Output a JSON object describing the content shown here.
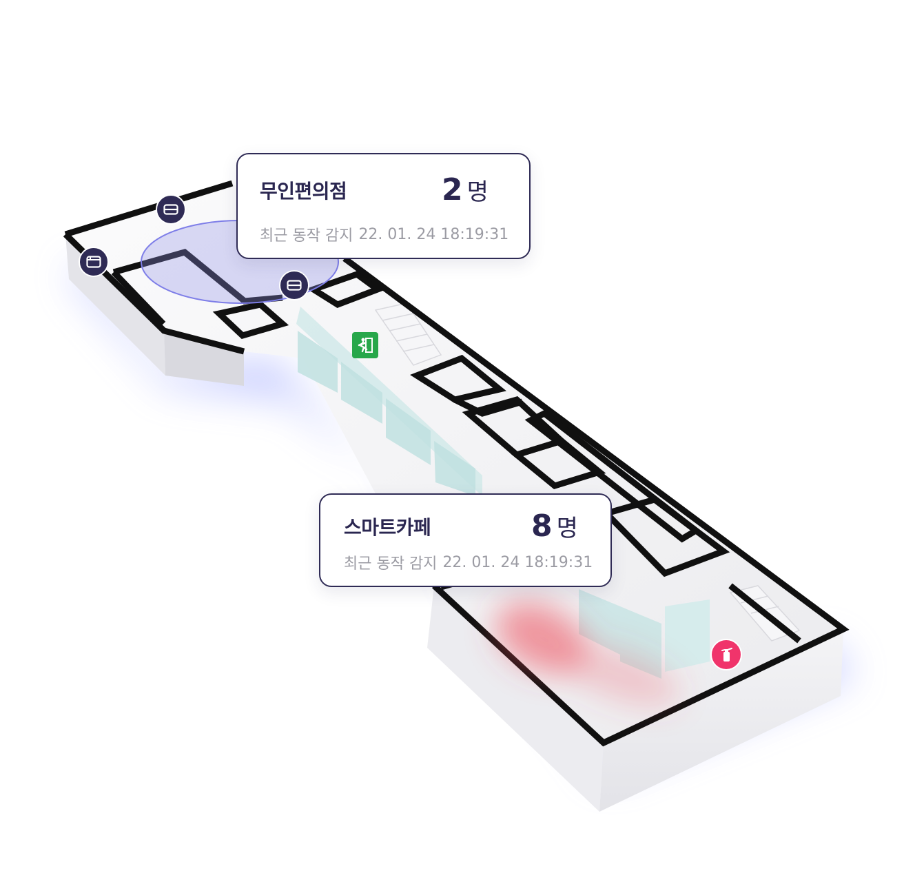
{
  "zones": [
    {
      "name": "무인편의점",
      "count": "2",
      "unit": "명",
      "detection_label": "최근 동작 감지",
      "detection_time": "22. 01. 24 18:19:31"
    },
    {
      "name": "스마트카페",
      "count": "8",
      "unit": "명",
      "detection_label": "최근 동작 감지",
      "detection_time": "22. 01. 24 18:19:31"
    }
  ],
  "icons": {
    "sensor": "motion-sensor-icon",
    "camera": "camera-icon",
    "exit": "emergency-exit-icon",
    "extinguisher": "fire-extinguisher-icon"
  },
  "colors": {
    "card_border": "#2f2b55",
    "text_primary": "#2a2650",
    "text_secondary": "#9b9ba3",
    "sensor_marker": "#2f2b55",
    "exit_sign": "#27a74a",
    "extinguisher_marker": "#f0346b",
    "detection_zone": "#8e8fe6",
    "heat_zone": "#ef4a5a"
  }
}
